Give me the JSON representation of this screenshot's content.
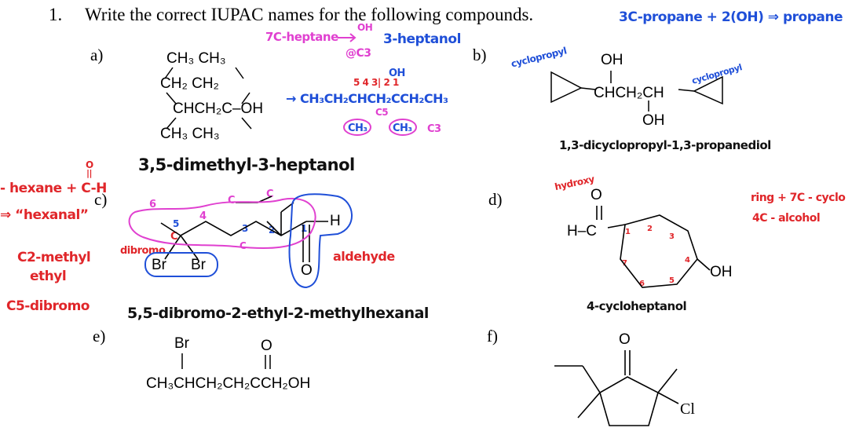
{
  "question": {
    "number": "1.",
    "prompt": "Write the correct IUPAC names for the following compounds."
  },
  "labels": {
    "a": "a)",
    "b": "b)",
    "c": "c)",
    "d": "d)",
    "e": "e)",
    "f": "f)"
  },
  "compound_a": {
    "rows": [
      "CH₃   CH₃",
      "CH₂        CH₂",
      "CHCH₂C–OH",
      "CH₃          CH₃"
    ],
    "answer": "3,5-dimethyl-3-heptanol",
    "note_heptane": "7C-heptane",
    "note_oh": "OH",
    "note_c3": "@C3",
    "note_arrow_result": "3-heptanol",
    "condensed": "→ CH₃CH₂CHCH₂CCH₂CH₃",
    "condensed_oh": "OH",
    "numbers": "5  4  3|  2  1",
    "c5": "C5",
    "sub1": "CH₃",
    "sub2": "CH₃",
    "c3": "C3"
  },
  "compound_b": {
    "formula": "CHCH₂CH",
    "oh_top": "OH",
    "oh_bottom": "OH",
    "cyclopropyl_left": "cyclopropyl",
    "cyclopropyl_right": "cyclopropyl",
    "answer": "1,3-dicyclopropyl-1,3-propanediol",
    "note_top": "3C-propane + 2(OH) ⇒ propane"
  },
  "compound_c": {
    "notes_left": [
      "- hexane + C-H",
      "⇒ “hexanal”",
      "C2-methyl",
      "ethyl",
      "C5-dibromo"
    ],
    "note_cho_o": "O",
    "note_cho_bond": "||",
    "br1": "Br",
    "br2": "Br",
    "h": "H",
    "o": "O",
    "dibromo": "dibromo",
    "aldehyde": "aldehyde",
    "nums": [
      "6",
      "5",
      "4",
      "3",
      "2",
      "1"
    ],
    "c_labels": [
      "C",
      "C",
      "C",
      "C"
    ],
    "answer": "5,5-dibromo-2-ethyl-2-methylhexanal"
  },
  "compound_d": {
    "hydroxy": "hydroxy",
    "o": "O",
    "hc": "H–C",
    "oh": "OH",
    "nums": [
      "1",
      "2",
      "3",
      "4",
      "5",
      "6",
      "7"
    ],
    "note_right1": "ring + 7C - cyclo",
    "note_right2": "4C - alcohol",
    "answer": "4-cycloheptanol"
  },
  "compound_e": {
    "br": "Br",
    "o": "O",
    "formula": "CH₃CHCH₂CH₂CCH₂OH"
  },
  "compound_f": {
    "o": "O",
    "cl": "Cl"
  }
}
